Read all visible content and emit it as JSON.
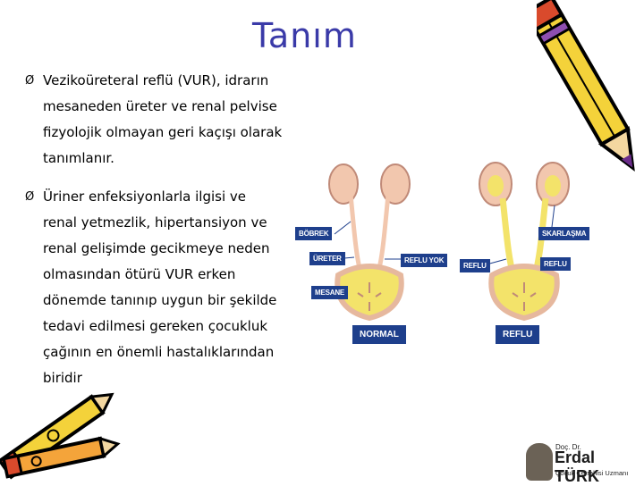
{
  "slide": {
    "title": "Tanım",
    "bullets": [
      {
        "lines": [
          "Vezikoüreteral reflü (VUR), idrarın",
          "mesaneden üreter ve renal pelvise",
          "fizyolojik olmayan geri kaçışı olarak",
          "tanımlanır."
        ]
      },
      {
        "lines": [
          "Üriner enfeksiyonlarla ilgisi ve",
          "renal yetmezlik, hipertansiyon ve",
          "renal gelişimde gecikmeye neden",
          "olmasından ötürü VUR erken",
          "dönemde tanınıp uygun bir şekilde",
          "tedavi edilmesi gereken çocukluk",
          "çağının en önemli hastalıklarından",
          "biridir"
        ]
      }
    ],
    "bullet_marker": "Ø"
  },
  "diagram": {
    "labels": {
      "kidney": "BÖBREK",
      "ureter": "ÜRETER",
      "bladder": "MESANE",
      "no_reflux": "REFLU YOK",
      "reflux_left": "REFLU",
      "reflux_right": "REFLU",
      "scarring": "SKARLAŞMA",
      "normal": "NORMAL",
      "reflux_bottom": "REFLU"
    },
    "colors": {
      "label_bg": "#1e3f8c",
      "organ": "#f2c7ae",
      "urine": "#f3e36a"
    }
  },
  "logo": {
    "small": "Doç. Dr.",
    "name": "Erdal TÜRK",
    "subtitle": "Çocuk Cerrahisi Uzmanı"
  },
  "colors": {
    "title": "#3a3aa8"
  },
  "icons": [
    "pencil-icon",
    "pencils-icon"
  ]
}
